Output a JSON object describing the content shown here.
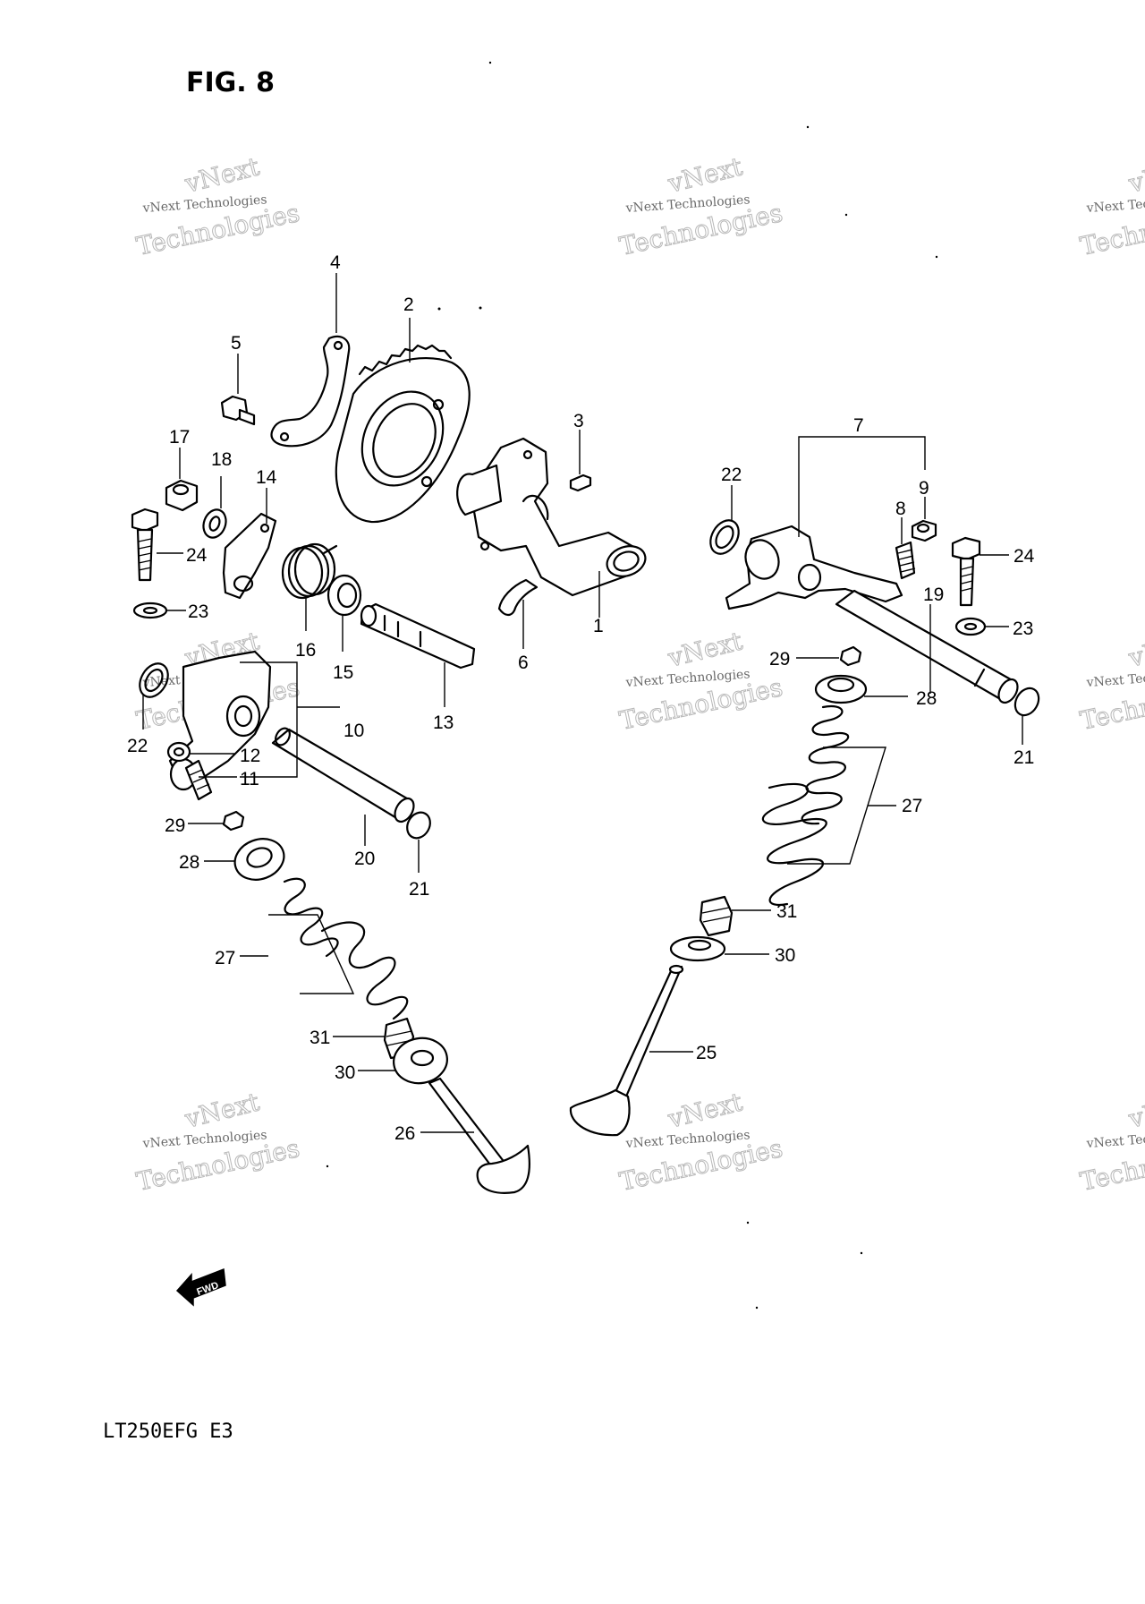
{
  "figure": {
    "title": "FIG. 8",
    "model_code": "LT250EFG E3",
    "fwd_label": "FWD"
  },
  "watermark": {
    "line1": "vNext Technologies",
    "line2": "Technologies",
    "line3": "vNext"
  },
  "callouts": {
    "c1": "1",
    "c2": "2",
    "c3": "3",
    "c4": "4",
    "c5": "5",
    "c6": "6",
    "c7": "7",
    "c8": "8",
    "c9": "9",
    "c10": "10",
    "c11": "11",
    "c12": "12",
    "c13": "13",
    "c14": "14",
    "c15": "15",
    "c16": "16",
    "c17": "17",
    "c18": "18",
    "c19": "19",
    "c20": "20",
    "c21a": "21",
    "c21b": "21",
    "c22a": "22",
    "c22b": "22",
    "c23a": "23",
    "c23b": "23",
    "c24a": "24",
    "c24b": "24",
    "c25": "25",
    "c26": "26",
    "c27a": "27",
    "c27b": "27",
    "c28a": "28",
    "c28b": "28",
    "c29a": "29",
    "c29b": "29",
    "c30a": "30",
    "c30b": "30",
    "c31a": "31",
    "c31b": "31"
  }
}
